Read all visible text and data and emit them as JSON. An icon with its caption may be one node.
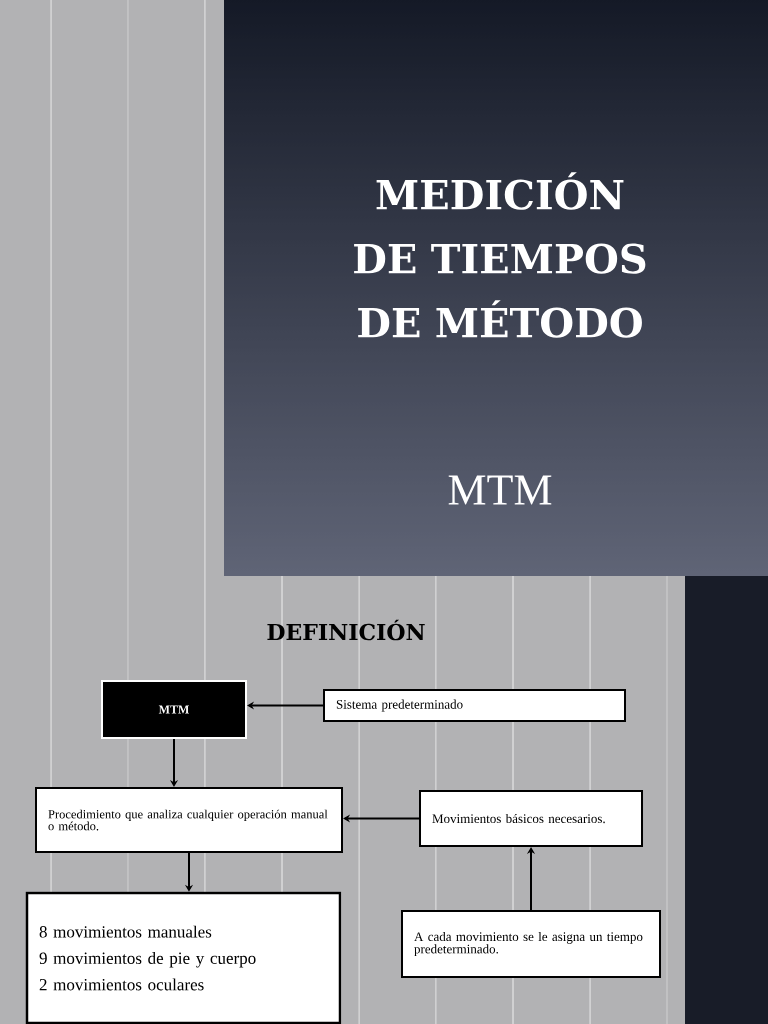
{
  "diagram": {
    "title": "MEDICIÓN DE TIEMPOS DE MÉTODO",
    "nodes": [
      {
        "text": [
          "MTM"
        ]
      },
      {
        "text": [
          "Sistema predeterminado"
        ]
      },
      {
        "text": [
          "Procedimiento que analiza cualquier operación manual o método."
        ]
      },
      {
        "text": [
          "Movimientos básicos necesarios."
        ]
      },
      {
        "text": [
          "8 movimientos manuales",
          "9 movimientos de pie y cuerpo",
          "2 movimientos oculares"
        ]
      },
      {
        "text": [
          "A cada movimiento se le asigna un tiempo predeterminado."
        ]
      }
    ],
    "edges": [
      {
        "from": 1,
        "to": 0,
        "arrow": "to"
      },
      {
        "from": 0,
        "to": 2,
        "arrow": "to"
      },
      {
        "from": 3,
        "to": 2,
        "arrow": "to"
      },
      {
        "from": 2,
        "to": 4,
        "arrow": "to"
      },
      {
        "from": 5,
        "to": 3,
        "arrow": "to"
      }
    ],
    "labels": [
      "MTM",
      "DEFINICIÓN"
    ]
  }
}
